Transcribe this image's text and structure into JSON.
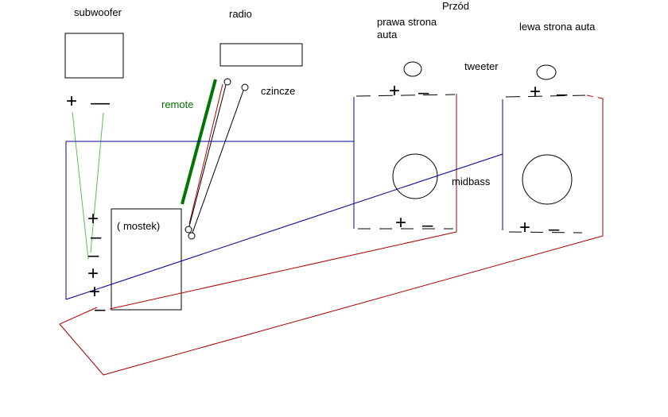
{
  "diagram": {
    "labels": {
      "subwoofer": "subwoofer",
      "radio": "radio",
      "przod": "Przód",
      "prawa_strona_auta": "prawa strona\nauta",
      "lewa_strona_auta": "lewa strona auta",
      "tweeter": "tweeter",
      "remote": "remote",
      "czincze": "czincze",
      "mostek": "( mostek)",
      "midbass": "midbass"
    },
    "terminals": {
      "plus": "+",
      "minus": "–",
      "minus_long": "—"
    },
    "colors": {
      "background": "#ffffff",
      "outline": "#000000",
      "speaker_wire": "#55c455",
      "remote_wire": "#007500",
      "power_wire": "#b00000",
      "signal_wire": "#000099"
    }
  }
}
